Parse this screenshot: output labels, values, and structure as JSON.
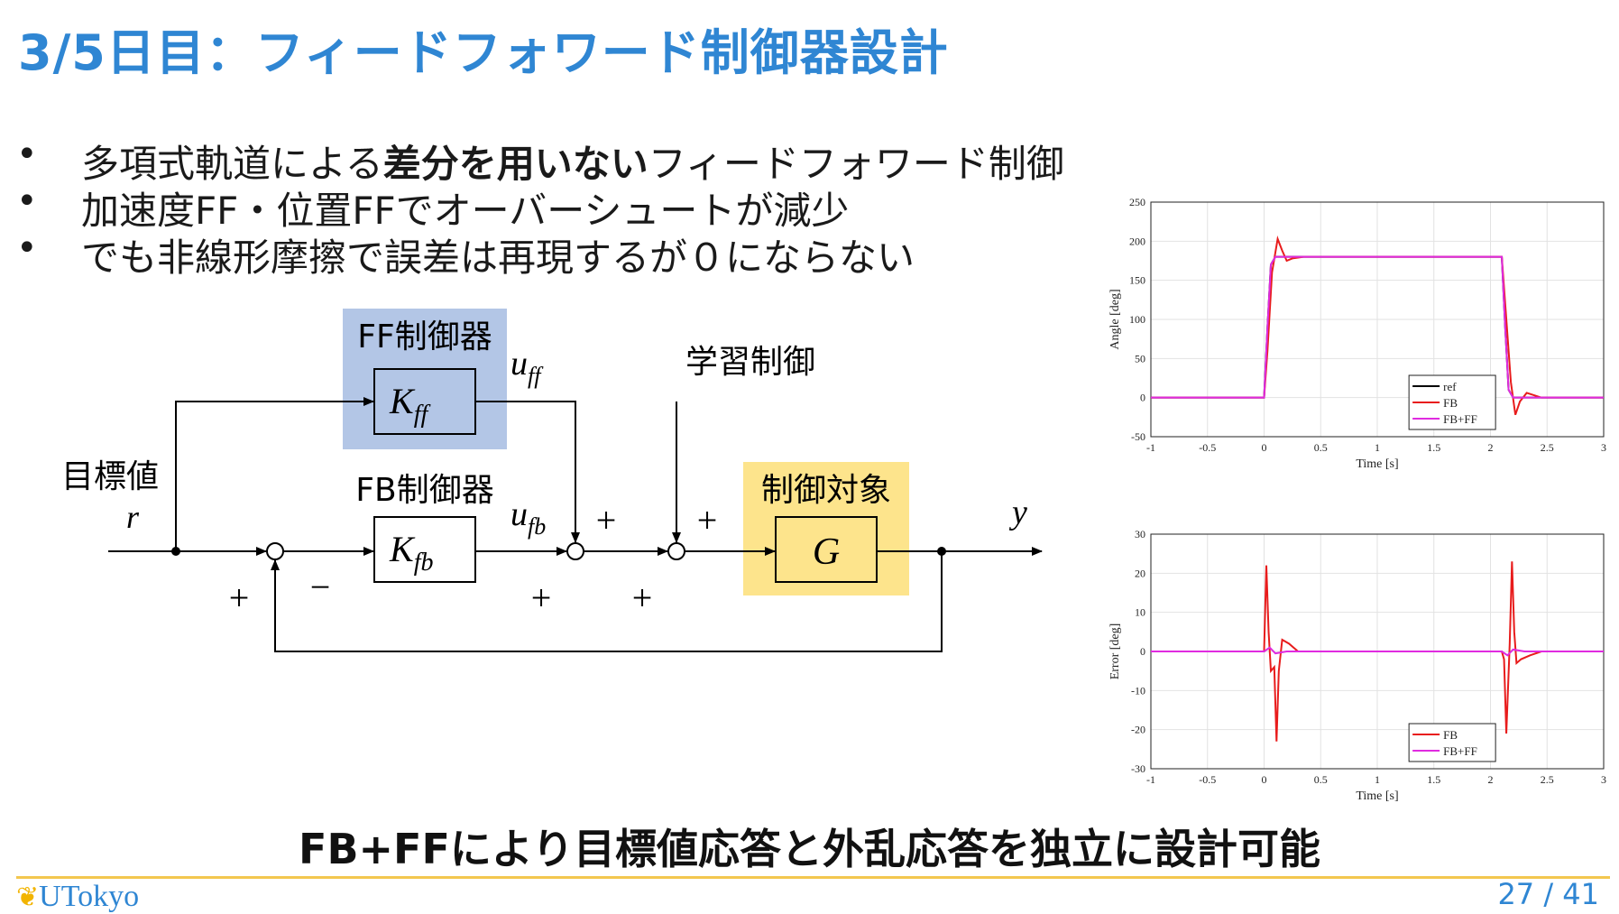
{
  "slide": {
    "title": "3/5日目：フィードフォワード制御器設計",
    "bullets": [
      {
        "pre": "多項式軌道による",
        "bold": "差分を用いない",
        "post": "フィードフォワード制御"
      },
      {
        "pre": "加速度FF・位置FFでオーバーシュートが減少",
        "bold": "",
        "post": ""
      },
      {
        "pre": "でも非線形摩擦で誤差は再現するが０にならない",
        "bold": "",
        "post": ""
      }
    ],
    "bullet_symbol": "•",
    "conclusion": "FB+FFにより目標値応答と外乱応答を独立に設計可能",
    "logo": "UTokyo",
    "page": "27 / 41"
  },
  "diagram": {
    "ff_block_title": "FF制御器",
    "ff_block": "K",
    "ff_sub": "ff",
    "fb_block_title": "FB制御器",
    "fb_block": "K",
    "fb_sub": "fb",
    "plant_title": "制御対象",
    "plant": "G",
    "learning": "学習制御",
    "target_label": "目標値",
    "r": "r",
    "y": "y",
    "u_ff": "u",
    "u_ff_sub": "ff",
    "u_fb": "u",
    "u_fb_sub": "fb",
    "plus": "+",
    "minus": "−",
    "colors": {
      "ff_bg": "#b3c6e6",
      "plant_bg": "#fde48c"
    }
  },
  "chart_data": [
    {
      "type": "line",
      "title": "",
      "xlabel": "Time [s]",
      "ylabel": "Angle [deg]",
      "xlim": [
        -1,
        3
      ],
      "ylim": [
        -50,
        250
      ],
      "xticks": [
        "-1",
        "-0.5",
        "0",
        "0.5",
        "1",
        "1.5",
        "2",
        "2.5",
        "3"
      ],
      "yticks": [
        "250",
        "200",
        "150",
        "100",
        "50",
        "0",
        "-50"
      ],
      "grid": true,
      "legend": "bottom-right",
      "series": [
        {
          "name": "ref",
          "color": "#000000",
          "x": [
            -1,
            0,
            0.03,
            0.06,
            0.1,
            2.1,
            2.13,
            2.16,
            2.2,
            3
          ],
          "y": [
            0,
            0,
            90,
            170,
            180,
            180,
            90,
            10,
            0,
            0
          ]
        },
        {
          "name": "FB",
          "color": "#e81c1c",
          "x": [
            -1,
            0.0,
            0.03,
            0.07,
            0.12,
            0.16,
            0.2,
            0.25,
            0.35,
            2.1,
            2.13,
            2.18,
            2.22,
            2.26,
            2.32,
            2.45,
            3
          ],
          "y": [
            0,
            0,
            60,
            160,
            203,
            188,
            175,
            178,
            180,
            180,
            120,
            20,
            -22,
            -5,
            6,
            0,
            0
          ]
        },
        {
          "name": "FB+FF",
          "color": "#e02be0",
          "x": [
            -1,
            0,
            0.03,
            0.06,
            0.1,
            2.1,
            2.13,
            2.16,
            2.2,
            3
          ],
          "y": [
            0,
            0,
            90,
            170,
            180,
            180,
            90,
            10,
            0,
            0
          ]
        }
      ]
    },
    {
      "type": "line",
      "title": "",
      "xlabel": "Time [s]",
      "ylabel": "Error [deg]",
      "xlim": [
        -1,
        3
      ],
      "ylim": [
        -30,
        30
      ],
      "xticks": [
        "-1",
        "-0.5",
        "0",
        "0.5",
        "1",
        "1.5",
        "2",
        "2.5",
        "3"
      ],
      "yticks": [
        "30",
        "20",
        "10",
        "0",
        "-10",
        "-20",
        "-30"
      ],
      "grid": true,
      "legend": "bottom-right",
      "series": [
        {
          "name": "FB",
          "color": "#e81c1c",
          "x": [
            -1,
            0,
            0.02,
            0.04,
            0.06,
            0.09,
            0.11,
            0.13,
            0.16,
            0.22,
            0.3,
            0.4,
            2.1,
            2.12,
            2.14,
            2.17,
            2.19,
            2.21,
            2.23,
            2.27,
            2.35,
            2.45,
            3
          ],
          "y": [
            0,
            0,
            22,
            5,
            -5,
            -4,
            -23,
            -5,
            3,
            2,
            0,
            0,
            0,
            -2,
            -21,
            2,
            23,
            5,
            -3,
            -2,
            -1,
            0,
            0
          ]
        },
        {
          "name": "FB+FF",
          "color": "#e02be0",
          "x": [
            -1,
            0,
            0.05,
            0.1,
            0.2,
            2.1,
            2.15,
            2.2,
            2.3,
            3
          ],
          "y": [
            0,
            0,
            1,
            -0.5,
            0,
            0,
            -1,
            0.5,
            0,
            0
          ]
        }
      ]
    }
  ]
}
